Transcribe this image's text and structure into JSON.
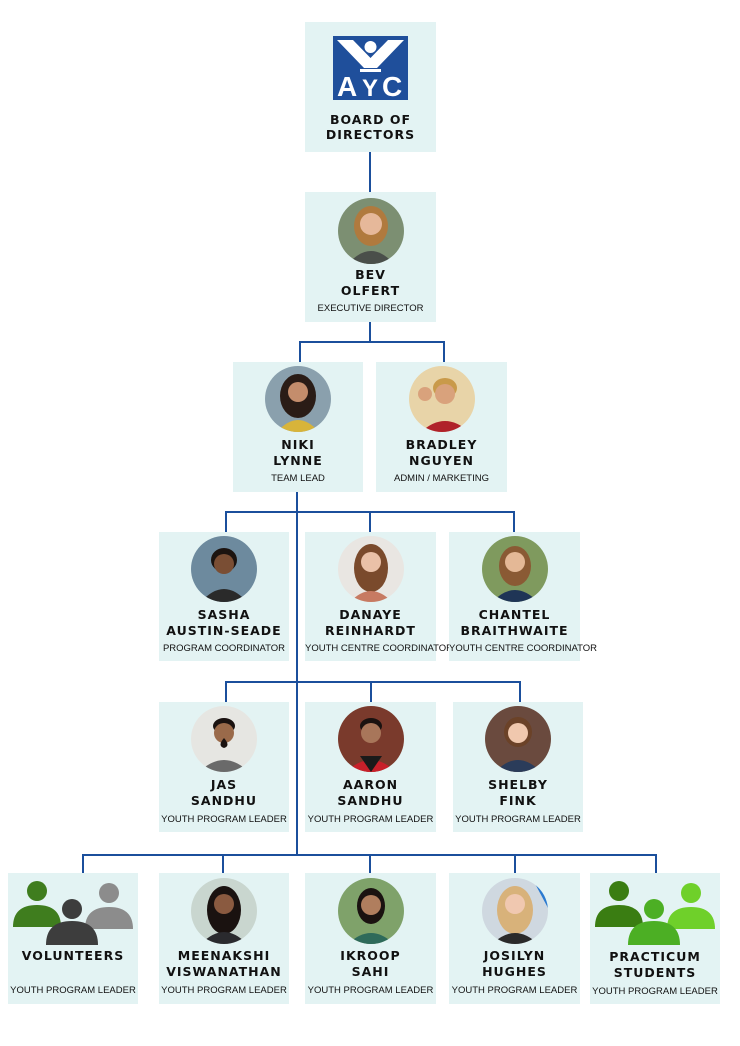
{
  "board": {
    "logo_text": "AYC",
    "title_line1": "BOARD OF",
    "title_line2": "DIRECTORS"
  },
  "director": {
    "first": "BEV",
    "last": "OLFERT",
    "role": "EXECUTIVE DIRECTOR"
  },
  "level2": [
    {
      "first": "NIKI",
      "last": "LYNNE",
      "role": "TEAM LEAD"
    },
    {
      "first": "BRADLEY",
      "last": "NGUYEN",
      "role": "ADMIN / MARKETING"
    }
  ],
  "level3": [
    {
      "first": "SASHA",
      "last": "AUSTIN-SEADE",
      "role": "PROGRAM COORDINATOR"
    },
    {
      "first": "DANAYE",
      "last": "REINHARDT",
      "role": "YOUTH CENTRE COORDINATOR"
    },
    {
      "first": "CHANTEL",
      "last": "BRAITHWAITE",
      "role": "YOUTH CENTRE COORDINATOR"
    }
  ],
  "level4": [
    {
      "first": "JAS",
      "last": "SANDHU",
      "role": "YOUTH PROGRAM LEADER"
    },
    {
      "first": "AARON",
      "last": "SANDHU",
      "role": "YOUTH PROGRAM LEADER"
    },
    {
      "first": "SHELBY",
      "last": "FINK",
      "role": "YOUTH PROGRAM LEADER"
    }
  ],
  "level5": [
    {
      "first": "VOLUNTEERS",
      "role": "YOUTH PROGRAM LEADER"
    },
    {
      "first": "MEENAKSHI",
      "last": "VISWANATHAN",
      "role": "YOUTH PROGRAM LEADER"
    },
    {
      "first": "IKROOP",
      "last": "SAHI",
      "role": "YOUTH PROGRAM LEADER"
    },
    {
      "first": "JOSILYN",
      "last": "HUGHES",
      "role": "YOUTH PROGRAM LEADER"
    },
    {
      "first": "PRACTICUM",
      "last": "STUDENTS",
      "role": "YOUTH PROGRAM LEADER"
    }
  ],
  "colors": {
    "connector": "#1b4f9c",
    "box": "#e3f3f3",
    "logo_blue": "#1f4f9b",
    "volunteer_dark": "#3d3d3d",
    "volunteer_grey": "#8c8c8c",
    "volunteer_green": "#3f7d1e",
    "practicum_green": "#3a7d12",
    "practicum_light": "#6fd02a"
  }
}
